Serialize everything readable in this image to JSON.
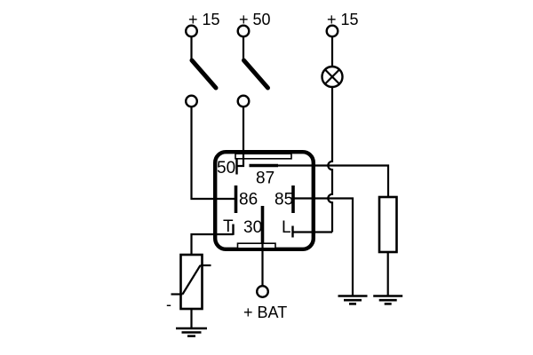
{
  "labels": {
    "terminal_left": "+ 15",
    "terminal_middle": "+ 50",
    "terminal_right": "+ 15",
    "pin_50": "50",
    "pin_87": "87",
    "pin_86": "86",
    "pin_85": "85",
    "pin_T": "T",
    "pin_30": "30",
    "pin_L": "L",
    "battery": "+ BAT",
    "sensor_minus": "-"
  },
  "colors": {
    "line": "#000000",
    "background": "#ffffff"
  },
  "components": {
    "switch_left": "open-switch from +15 to relay pin 86",
    "switch_middle": "open-switch from +50 to relay pin 50",
    "lamp": "indicator-lamp from +15 to relay pin L",
    "relay": "relay-box with pins 50 87 86 85 T 30 L",
    "sensor": "temperature-sensor-resistor on pin T to ground, minus marked",
    "resistor": "load-resistor from pin 87 to ground",
    "battery_terminal": "+BAT on pin 30",
    "grounds": "three ground symbols"
  }
}
